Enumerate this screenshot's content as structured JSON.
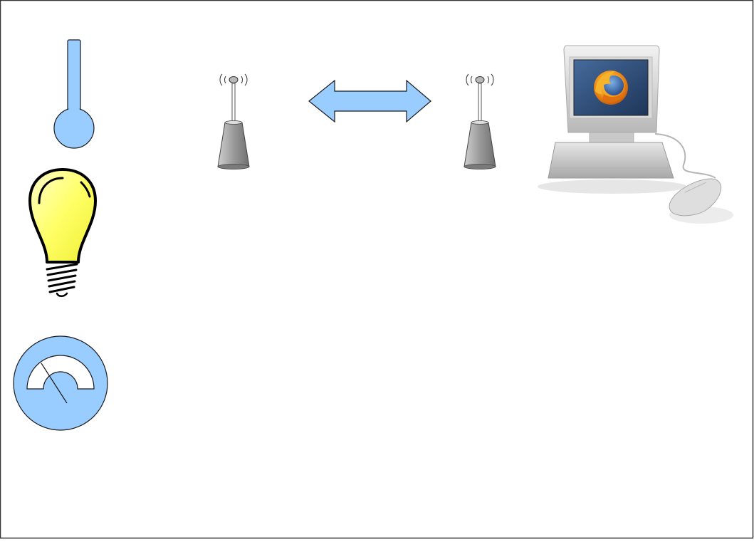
{
  "diagram": {
    "elements": [
      {
        "id": "thermometer",
        "icon": "thermometer-icon",
        "role": "sensor"
      },
      {
        "id": "light-bulb",
        "icon": "light-bulb-icon",
        "role": "actuator"
      },
      {
        "id": "gauge",
        "icon": "gauge-meter-icon",
        "role": "sensor"
      },
      {
        "id": "radio-left",
        "icon": "radio-antenna-icon",
        "role": "transceiver"
      },
      {
        "id": "link-arrow",
        "icon": "double-arrow-icon",
        "role": "wireless-link"
      },
      {
        "id": "radio-right",
        "icon": "radio-antenna-icon",
        "role": "transceiver"
      },
      {
        "id": "computer",
        "icon": "desktop-computer-icon",
        "role": "host"
      },
      {
        "id": "browser-logo",
        "icon": "firefox-logo-icon",
        "role": "screen-content"
      }
    ],
    "colors": {
      "device_blue": "#99ccff",
      "bulb_yellow": "#ffff66",
      "radio_gray": "#a6a6a6",
      "outline": "#1a1a1a",
      "screen_blue": "#2f4f7a",
      "firefox_orange": "#e8891c"
    }
  }
}
